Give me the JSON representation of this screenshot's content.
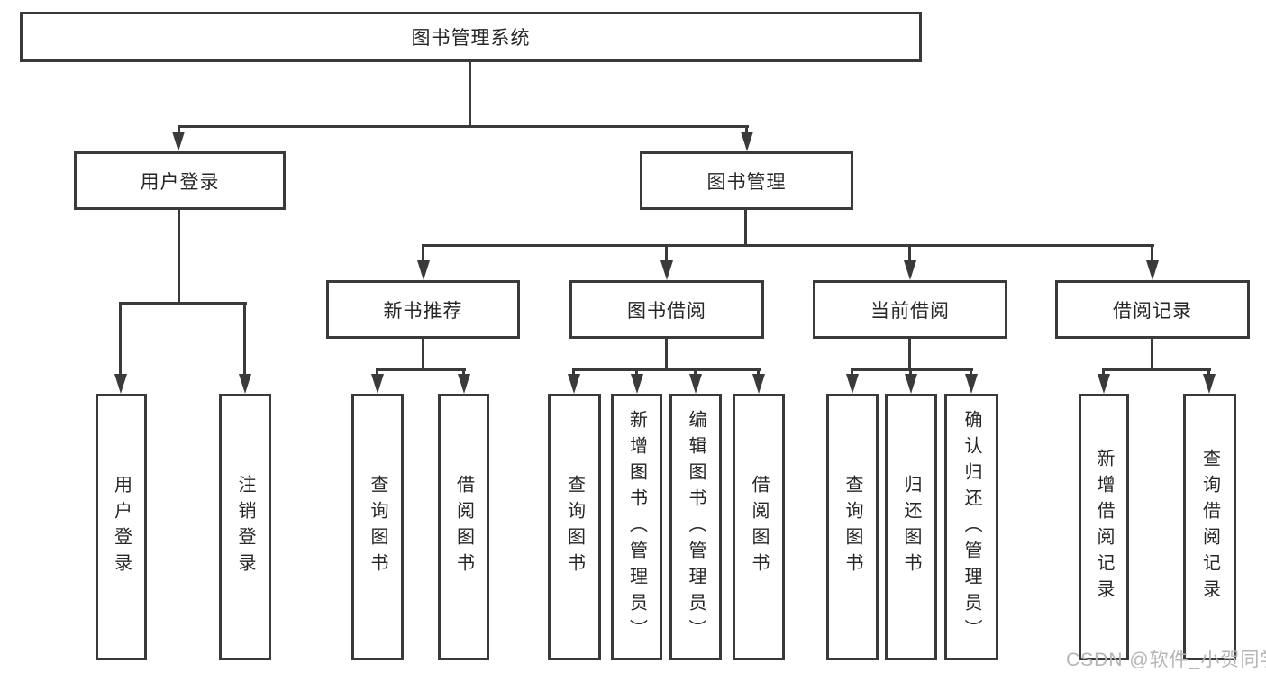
{
  "diagram": {
    "type": "tree",
    "root": {
      "id": "system",
      "label": "图书管理系统"
    },
    "level2": [
      {
        "id": "user-login-group",
        "label": "用户登录",
        "parent": "system"
      },
      {
        "id": "book-management",
        "label": "图书管理",
        "parent": "system"
      }
    ],
    "level3": [
      {
        "id": "new-book-recommend",
        "label": "新书推荐",
        "parent": "book-management"
      },
      {
        "id": "book-borrow",
        "label": "图书借阅",
        "parent": "book-management"
      },
      {
        "id": "current-borrow",
        "label": "当前借阅",
        "parent": "book-management"
      },
      {
        "id": "borrow-records",
        "label": "借阅记录",
        "parent": "book-management"
      }
    ],
    "level4": [
      {
        "label": "用户登录",
        "parent": "user-login-group"
      },
      {
        "label": "注销登录",
        "parent": "user-login-group"
      },
      {
        "label": "查询图书",
        "parent": "new-book-recommend"
      },
      {
        "label": "借阅图书",
        "parent": "new-book-recommend"
      },
      {
        "label": "查询图书",
        "parent": "book-borrow"
      },
      {
        "label": "新增图书（管理员）",
        "parent": "book-borrow"
      },
      {
        "label": "编辑图书（管理员）",
        "parent": "book-borrow"
      },
      {
        "label": "借阅图书",
        "parent": "book-borrow"
      },
      {
        "label": "查询图书",
        "parent": "current-borrow"
      },
      {
        "label": "归还图书",
        "parent": "current-borrow"
      },
      {
        "label": "确认归还（管理员）",
        "parent": "current-borrow"
      },
      {
        "label": "新增借阅记录",
        "parent": "borrow-records"
      },
      {
        "label": "查询借阅记录",
        "parent": "borrow-records"
      }
    ]
  },
  "watermark": {
    "text": "CSDN @软件_小贺同学",
    "color": "#b5b5b5"
  },
  "colors": {
    "line": "#3a3a3a",
    "background": "#ffffff",
    "text": "#262626"
  }
}
